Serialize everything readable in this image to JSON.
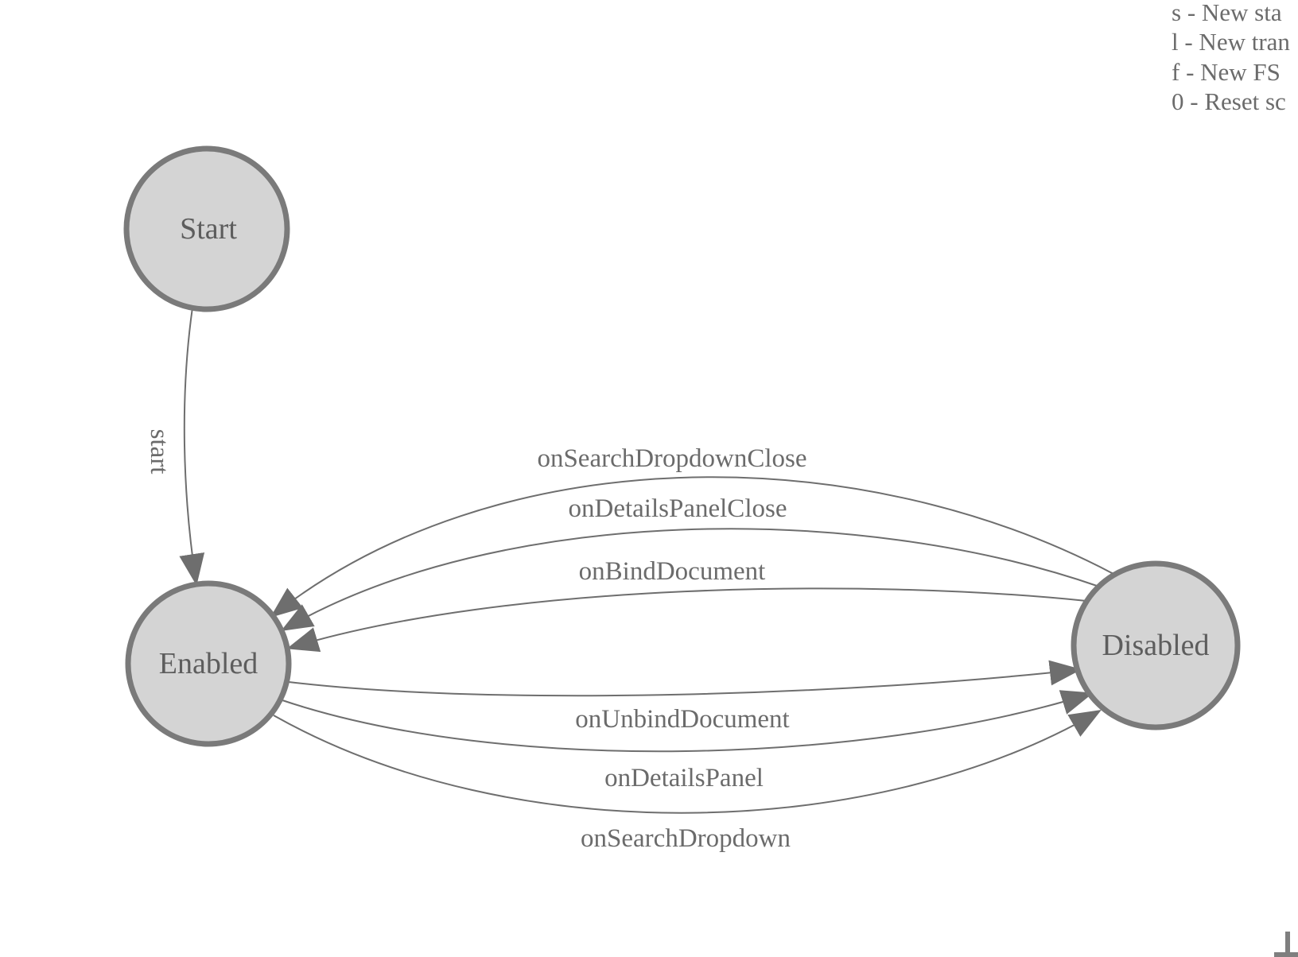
{
  "diagram": {
    "type": "state_machine",
    "states": [
      {
        "label": "Start"
      },
      {
        "label": "Enabled"
      },
      {
        "label": "Disabled"
      }
    ],
    "transitions": [
      {
        "label": "start",
        "from": "Start",
        "to": "Enabled"
      },
      {
        "label": "onSearchDropdownClose",
        "from": "Disabled",
        "to": "Enabled"
      },
      {
        "label": "onDetailsPanelClose",
        "from": "Disabled",
        "to": "Enabled"
      },
      {
        "label": "onBindDocument",
        "from": "Disabled",
        "to": "Enabled"
      },
      {
        "label": "onUnbindDocument",
        "from": "Enabled",
        "to": "Disabled"
      },
      {
        "label": "onDetailsPanel",
        "from": "Enabled",
        "to": "Disabled"
      },
      {
        "label": "onSearchDropdown",
        "from": "Enabled",
        "to": "Disabled"
      }
    ],
    "colors": {
      "node_fill": "#d4d4d4",
      "node_stroke": "#7a7a7a",
      "edge_stroke": "#6e6e6e",
      "state_text": "#5d5d5d",
      "edge_text": "#6b6b6b"
    }
  },
  "legend": {
    "lines": [
      "s - New sta",
      "l - New tran",
      "f - New FS",
      "0 - Reset sc"
    ]
  }
}
